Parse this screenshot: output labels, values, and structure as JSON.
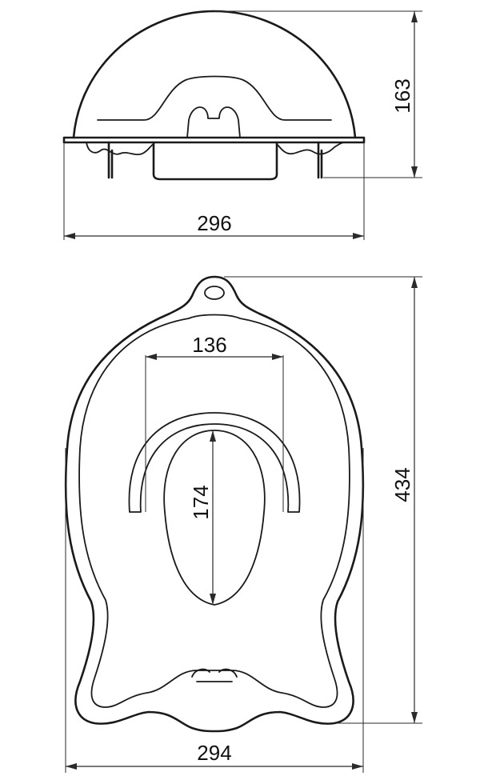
{
  "dimensions": {
    "side_height": "163",
    "side_width": "296",
    "top_inner_width": "136",
    "top_inner_length": "174",
    "top_total_length": "434",
    "top_width": "294"
  },
  "colors": {
    "line": "#1a1a1a",
    "background": "#ffffff"
  }
}
